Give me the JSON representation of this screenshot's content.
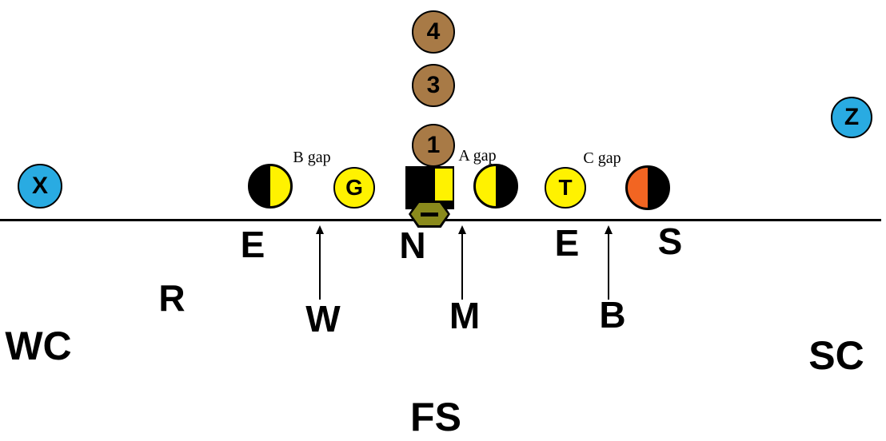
{
  "colors": {
    "background": "#FFFFFF",
    "ink": "#000000",
    "receiver": "#29ABE2",
    "back": "#A87A46",
    "lineman_yellow": "#FFF200",
    "halfback_orange": "#F26522",
    "nose_olive": "#8A8A1C"
  },
  "offense": {
    "receivers": [
      {
        "id": "x",
        "label": "X"
      },
      {
        "id": "z",
        "label": "Z"
      }
    ],
    "line": {
      "guard": {
        "label": "G"
      },
      "tackle": {
        "label": "T"
      },
      "left_tackle_symbol": {
        "type": "half-circle",
        "fill_left": "black",
        "fill_right": "yellow"
      },
      "center_symbol": {
        "type": "square",
        "fill": "black",
        "stripe": "yellow"
      },
      "right_guard_symbol": {
        "type": "half-circle",
        "fill_left": "yellow",
        "fill_right": "black"
      },
      "right_tackle_symbol": {
        "type": "half-circle",
        "fill_left": "orange",
        "fill_right": "black"
      },
      "nose_marker": {
        "type": "hexagon",
        "fill": "olive",
        "symbol": "minus"
      }
    },
    "backs": [
      {
        "label": "1"
      },
      {
        "label": "3"
      },
      {
        "label": "4"
      }
    ]
  },
  "gaps": {
    "b": "B gap",
    "a": "A gap",
    "c": "C gap"
  },
  "defense": {
    "line": [
      {
        "label": "E"
      },
      {
        "label": "N"
      },
      {
        "label": "E"
      },
      {
        "label": "S"
      }
    ],
    "linebackers": [
      {
        "label": "R"
      },
      {
        "label": "W"
      },
      {
        "label": "M"
      },
      {
        "label": "B"
      }
    ],
    "secondary": [
      {
        "label": "WC"
      },
      {
        "label": "FS"
      },
      {
        "label": "SC"
      }
    ]
  }
}
